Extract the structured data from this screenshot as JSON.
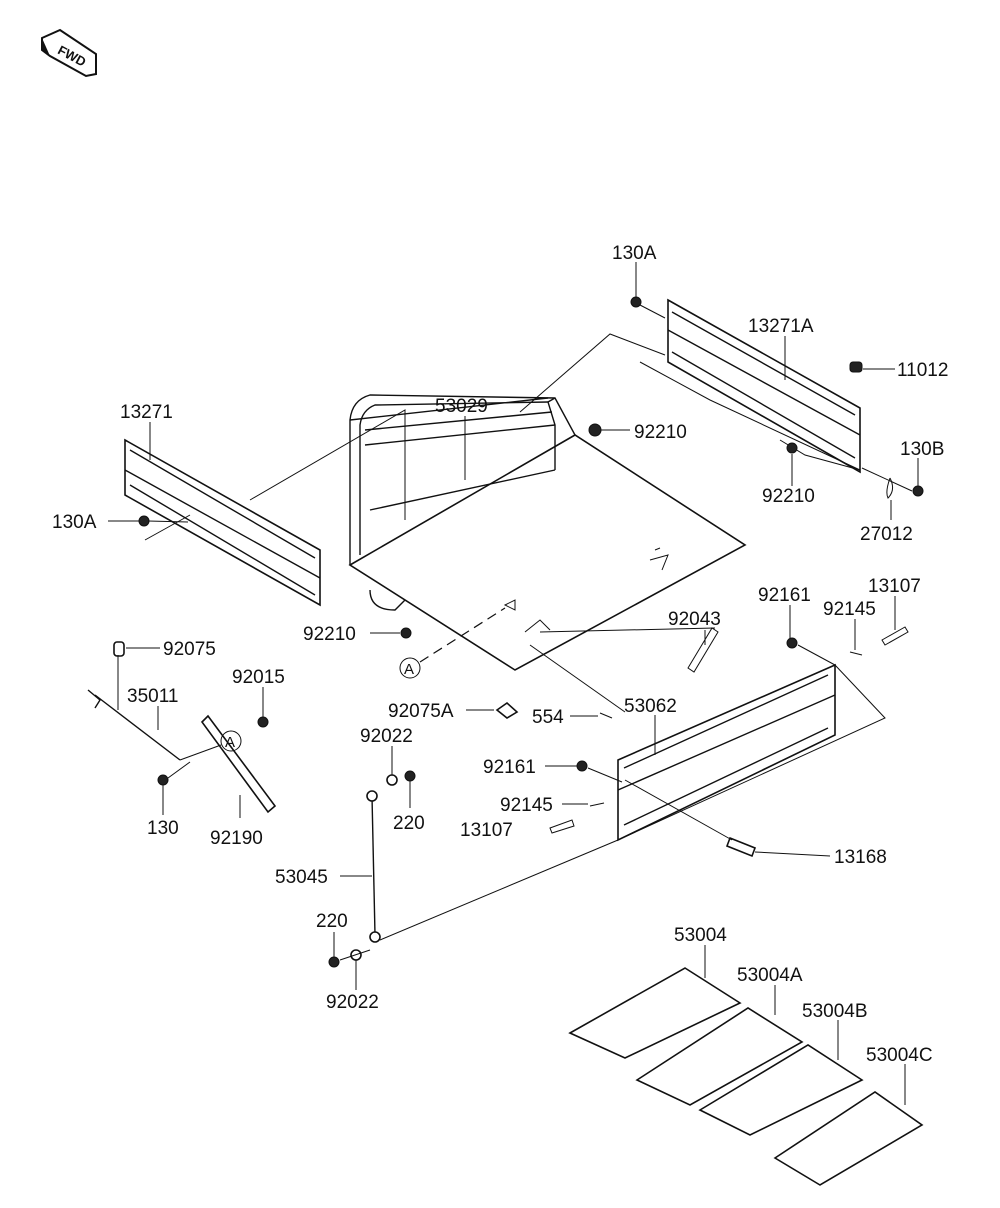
{
  "fwd_badge": "FWD",
  "ref_marker": "A",
  "labels": {
    "p130A_top": "130A",
    "p13271A": "13271A",
    "p11012": "11012",
    "p130B": "130B",
    "p27012": "27012",
    "p92210_right": "92210",
    "p92210_mid": "92210",
    "p53029": "53029",
    "p13271": "13271",
    "p130A_left": "130A",
    "p92210_bottom": "92210",
    "p92043": "92043",
    "p92161_right": "92161",
    "p92145_right": "92145",
    "p13107_right": "13107",
    "p92075": "92075",
    "p35011": "35011",
    "p92015": "92015",
    "p130": "130",
    "p92190": "92190",
    "p92075A": "92075A",
    "p554": "554",
    "p53062": "53062",
    "p92022_top": "92022",
    "p220_top": "220",
    "p92161_left": "92161",
    "p92145_left": "92145",
    "p13107_left": "13107",
    "p13168": "13168",
    "p53045": "53045",
    "p220_bottom": "220",
    "p92022_bottom": "92022",
    "p53004": "53004",
    "p53004A": "53004A",
    "p53004B": "53004B",
    "p53004C": "53004C"
  }
}
